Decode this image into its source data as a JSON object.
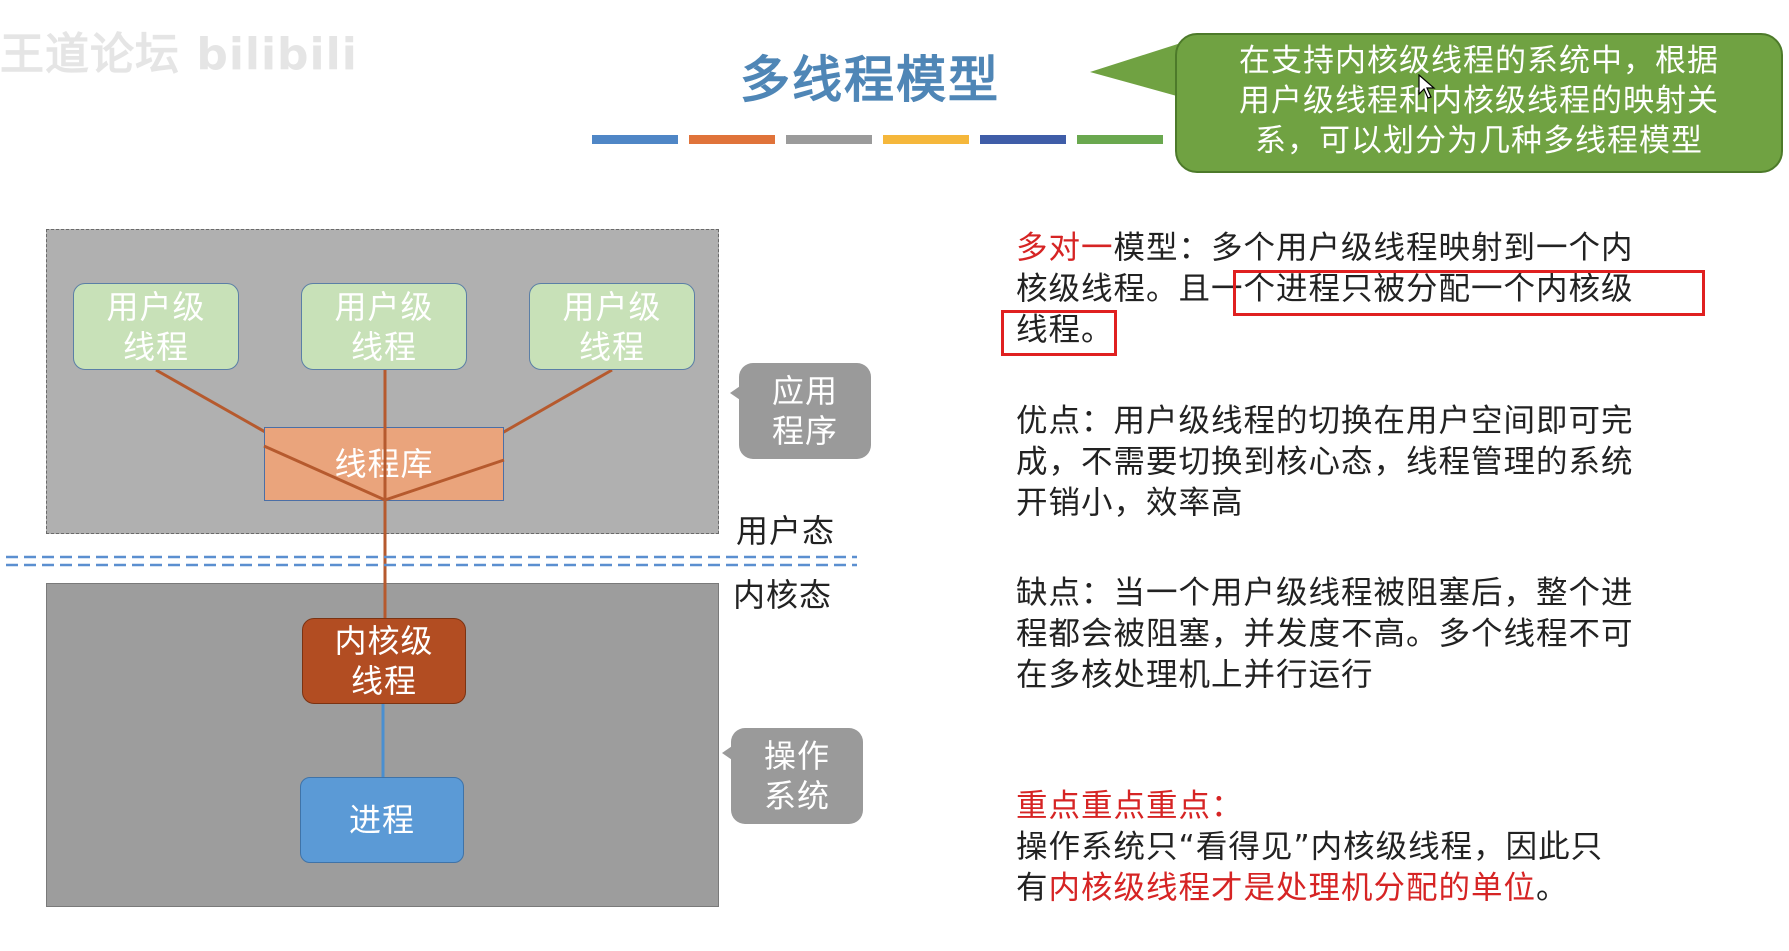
{
  "watermark": "王道论坛 bilibili",
  "title": "多线程模型",
  "title_bar_colors": [
    "#4f86c6",
    "#e0733a",
    "#9b9b9b",
    "#f5b73b",
    "#3f5da8",
    "#6aa84f"
  ],
  "callout": {
    "lines": [
      "在支持内核级线程的系统中，根据",
      "用户级线程和内核级线程的映射关",
      "系，可以划分为几种多线程模型"
    ]
  },
  "diagram": {
    "user_threads": [
      {
        "line1": "用户级",
        "line2": "线程"
      },
      {
        "line1": "用户级",
        "line2": "线程"
      },
      {
        "line1": "用户级",
        "line2": "线程"
      }
    ],
    "thread_library": "线程库",
    "kernel_thread": {
      "line1": "内核级",
      "line2": "线程"
    },
    "process": "进程",
    "app_label": {
      "line1": "应用",
      "line2": "程序"
    },
    "os_label": {
      "line1": "操作",
      "line2": "系统"
    },
    "user_mode": "用户态",
    "kernel_mode": "内核态"
  },
  "content": {
    "model_name": "多对一",
    "model_desc_a": "模型：多个用户级线程映射到一个内",
    "model_desc_b": "核级线程。且",
    "model_boxed_a": "一个进程只被分配一个内核级",
    "model_boxed_b": "线程。",
    "advantages": [
      "优点：用户级线程的切换在用户空间即可完",
      "成，不需要切换到核心态，线程管理的系统",
      "开销小，效率高"
    ],
    "disadvantages": [
      "缺点：当一个用户级线程被阻塞后，整个进",
      "程都会被阻塞，并发度不高。多个线程不可",
      "在多核处理机上并行运行"
    ],
    "key_heading": "重点重点重点：",
    "key_line1": "操作系统只“看得见”内核级线程，因此只",
    "key_line2_a": "有",
    "key_line2_red": "内核级线程才是处理机分配的单位",
    "key_line2_b": "。"
  }
}
